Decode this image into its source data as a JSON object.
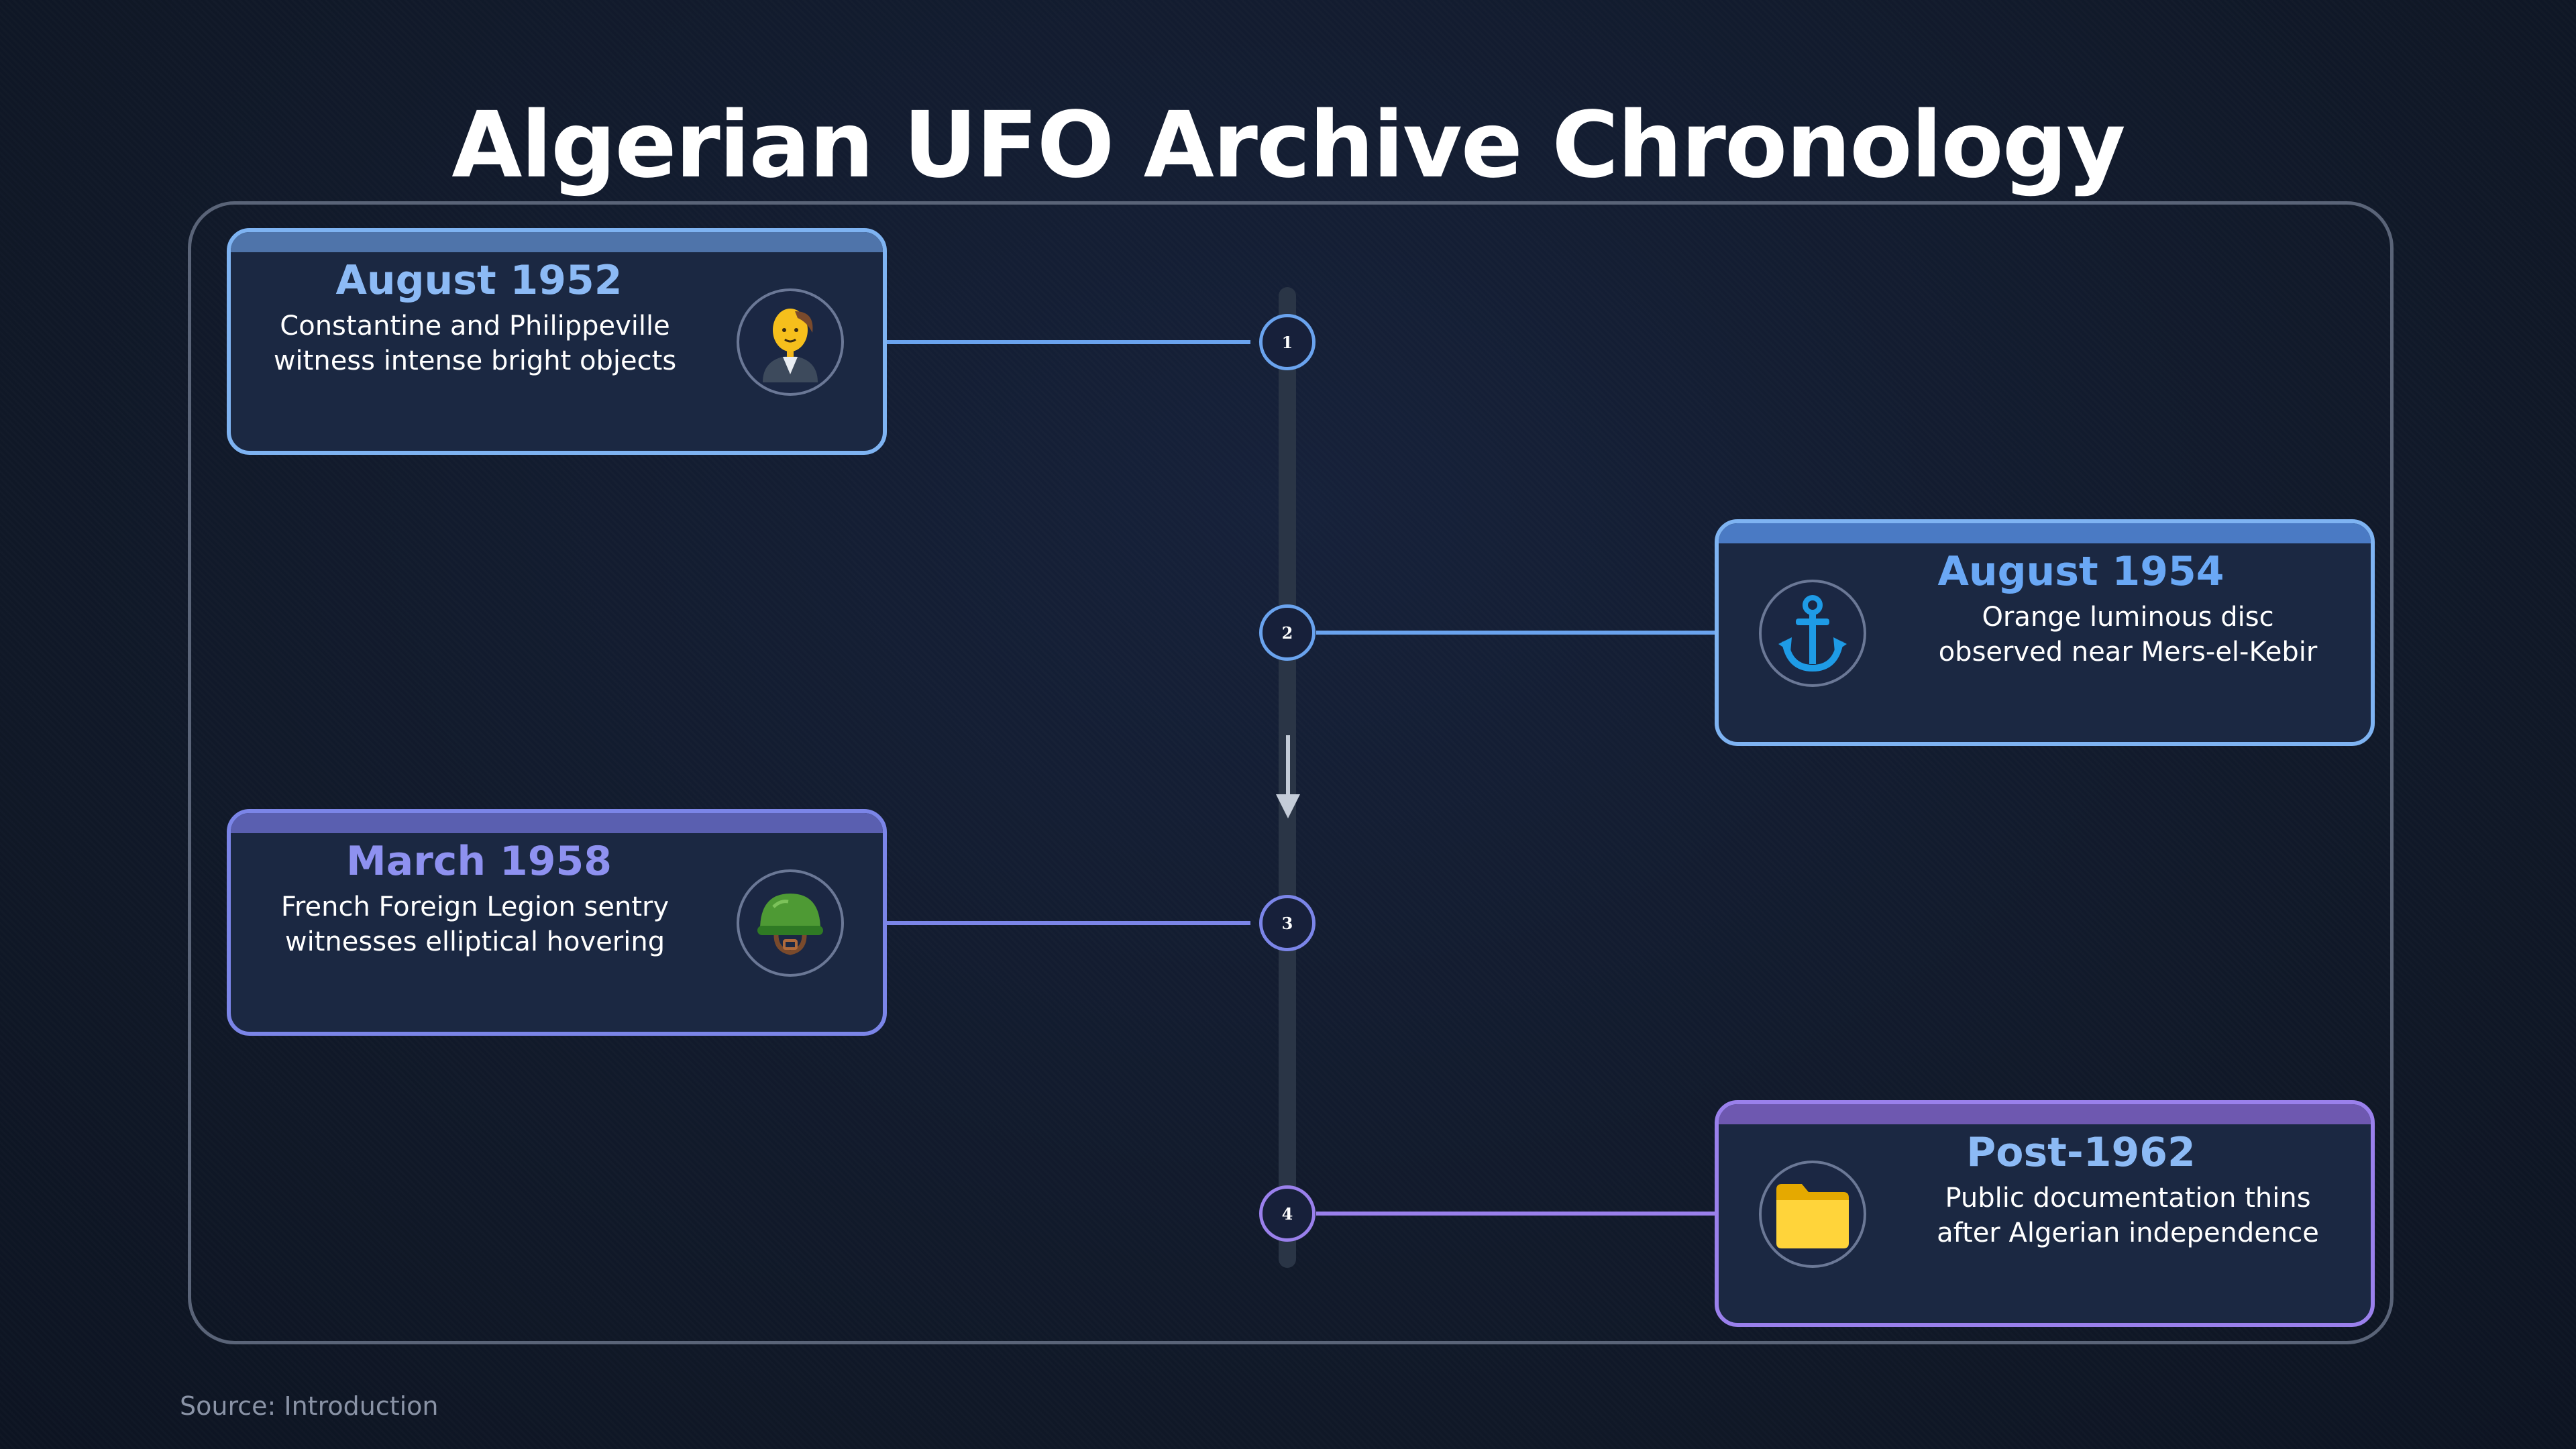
{
  "title": "Algerian UFO Archive Chronology",
  "source": "Source: Introduction",
  "colors": {
    "blue_accent": "#6aa3ee",
    "indigo_accent": "#7b85e8",
    "violet_accent": "#9a80ec",
    "date_blue": "#8cbaf5",
    "date_indigo": "#8e91f0"
  },
  "events": [
    {
      "step": "1",
      "date": "August 1952",
      "description_line1": "Constantine and Philippeville",
      "description_line2": "witness intense bright objects",
      "icon": "person-icon",
      "side": "left"
    },
    {
      "step": "2",
      "date": "August 1954",
      "description_line1": "Orange luminous disc",
      "description_line2": "observed near Mers-el-Kebir",
      "icon": "anchor-icon",
      "side": "right"
    },
    {
      "step": "3",
      "date": "March 1958",
      "description_line1": "French Foreign Legion sentry",
      "description_line2": "witnesses elliptical hovering",
      "icon": "military-helmet-icon",
      "side": "left"
    },
    {
      "step": "4",
      "date": "Post-1962",
      "description_line1": "Public documentation thins",
      "description_line2": "after Algerian independence",
      "icon": "folder-icon",
      "side": "right"
    }
  ]
}
